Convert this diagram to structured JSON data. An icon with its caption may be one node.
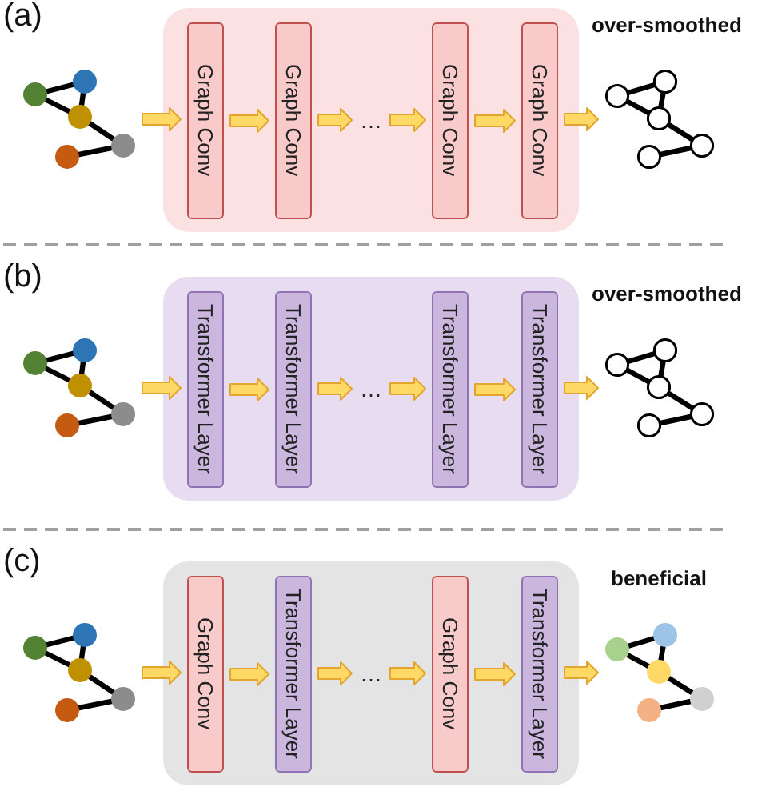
{
  "diagram": {
    "nodes": [
      {
        "text": [],
        "shape": "picture"
      },
      {
        "text": [],
        "shape": "box"
      },
      {
        "text": [
          "Graph Conv"
        ],
        "in": 1
      },
      {
        "text": [
          "Graph Conv"
        ],
        "in": 1
      },
      {
        "text": [
          "…"
        ],
        "in": 1
      },
      {
        "text": [
          "Graph Conv"
        ],
        "in": 1
      },
      {
        "text": [
          "Graph Conv"
        ],
        "in": 1
      },
      {
        "text": [],
        "shape": "picture",
        "beside": [
          "over-smoothed"
        ]
      },
      {
        "text": [],
        "shape": "picture"
      },
      {
        "text": [],
        "shape": "box"
      },
      {
        "text": [
          "Transformer Layer"
        ],
        "in": 9
      },
      {
        "text": [
          "Transformer Layer"
        ],
        "in": 9
      },
      {
        "text": [
          "…"
        ],
        "in": 9
      },
      {
        "text": [
          "Transformer Layer"
        ],
        "in": 9
      },
      {
        "text": [
          "Transformer Layer"
        ],
        "in": 9
      },
      {
        "text": [],
        "shape": "picture",
        "beside": [
          "over-smoothed"
        ]
      },
      {
        "text": [],
        "shape": "picture"
      },
      {
        "text": [],
        "shape": "box"
      },
      {
        "text": [
          "Graph Conv"
        ],
        "in": 17
      },
      {
        "text": [
          "Transformer Layer"
        ],
        "in": 17
      },
      {
        "text": [
          "…"
        ],
        "in": 17
      },
      {
        "text": [
          "Graph Conv"
        ],
        "in": 17
      },
      {
        "text": [
          "Transformer Layer"
        ],
        "in": 17
      },
      {
        "text": [],
        "shape": "picture",
        "beside": [
          "beneficial"
        ]
      }
    ],
    "edges": [
      {
        "from": 0,
        "to": 2,
        "arrow": "to"
      },
      {
        "from": 2,
        "to": 3,
        "arrow": "to"
      },
      {
        "from": 3,
        "to": 4,
        "arrow": "to"
      },
      {
        "from": 4,
        "to": 5,
        "arrow": "to"
      },
      {
        "from": 5,
        "to": 6,
        "arrow": "to"
      },
      {
        "from": 6,
        "to": 7,
        "arrow": "to"
      },
      {
        "from": 8,
        "to": 10,
        "arrow": "to"
      },
      {
        "from": 10,
        "to": 11,
        "arrow": "to"
      },
      {
        "from": 11,
        "to": 12,
        "arrow": "to"
      },
      {
        "from": 12,
        "to": 13,
        "arrow": "to"
      },
      {
        "from": 13,
        "to": 14,
        "arrow": "to"
      },
      {
        "from": 14,
        "to": 15,
        "arrow": "to"
      },
      {
        "from": 16,
        "to": 18,
        "arrow": "to"
      },
      {
        "from": 18,
        "to": 19,
        "arrow": "to"
      },
      {
        "from": 19,
        "to": 20,
        "arrow": "to"
      },
      {
        "from": 20,
        "to": 21,
        "arrow": "to"
      },
      {
        "from": 21,
        "to": 22,
        "arrow": "to"
      },
      {
        "from": 22,
        "to": 23,
        "arrow": "to"
      }
    ],
    "labels": [
      "(a)",
      "(b)",
      "(c)"
    ]
  }
}
